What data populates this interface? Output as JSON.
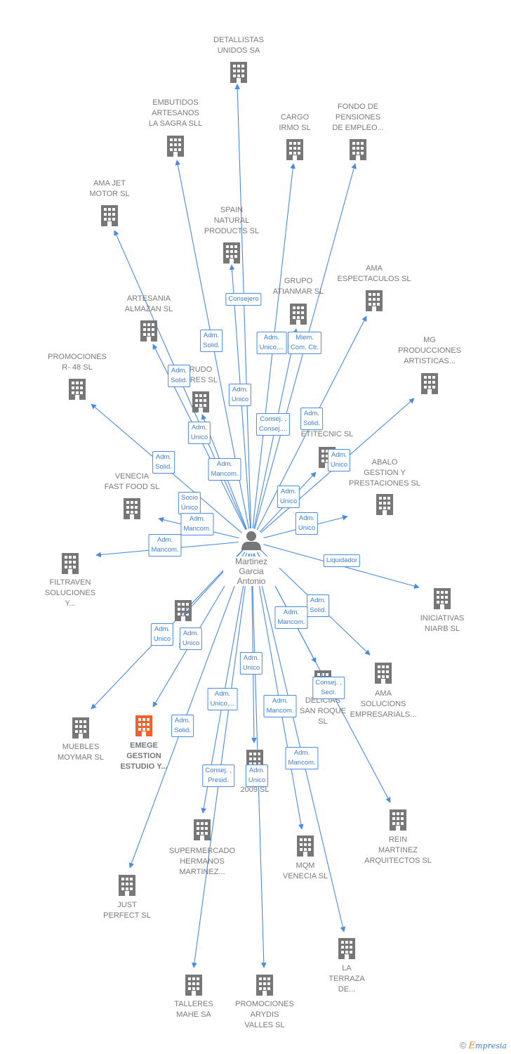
{
  "colors": {
    "line": "#4a8be0",
    "building": "#777777",
    "highlight": "#f0612c",
    "label": "#7a7a7a"
  },
  "center": {
    "name": "Martinez\nGarcia\nAntonio",
    "icon": "person-icon"
  },
  "companies": [
    {
      "name": "DETALLISTAS\nUNIDOS SA"
    },
    {
      "name": "EMBUTIDOS\nARTESANOS\nLA SAGRA SLL"
    },
    {
      "name": "CARGO\nIRMO  SL"
    },
    {
      "name": "FONDO DE\nPENSIONES\nDE EMPLEO..."
    },
    {
      "name": "AMA JET\nMOTOR  SL"
    },
    {
      "name": "SPAIN\nNATURAL\nPRODUCTS  SL"
    },
    {
      "name": "AMA\nESPECTACULOS SL"
    },
    {
      "name": "GRUPO\nATIANMAR SL"
    },
    {
      "name": "ARTESANIA\nALMAZAN SL"
    },
    {
      "name": "MG\nPRODUCCIONES\nARTISTICAS..."
    },
    {
      "name": "PROMOCIONES\nR- 48  SL"
    },
    {
      "name": "RUDO\nORES SL"
    },
    {
      "name": "ETITECNIC  SL"
    },
    {
      "name": "ABALO\nGESTION Y\nPRESTACIONES SL"
    },
    {
      "name": "VENECIA\nFAST FOOD SL"
    },
    {
      "name": "FILTRAVEN\nSOLUCIONES\nY..."
    },
    {
      "name": "INICIATIVAS\nNIARB SL"
    },
    {
      "name": "S\nSL"
    },
    {
      "name": "AMA\nSOLUCIONS\nEMPRESARIALS..."
    },
    {
      "name": "DELICIAS\nSAN ROQUE\nSL"
    },
    {
      "name": "MUEBLES\nMOYMAR SL"
    },
    {
      "name": "EMEGE\nGESTION\nESTUDIO Y..."
    },
    {
      "name": "2009 SL"
    },
    {
      "name": "REIN\nMARTINEZ\nARQUITECTOS SL"
    },
    {
      "name": "SUPERMERCADO\nHERMANOS\nMARTINEZ..."
    },
    {
      "name": "MQM\nVENECIA  SL"
    },
    {
      "name": "JUST\nPERFECT  SL"
    },
    {
      "name": "LA\nTERRAZA\nDE..."
    },
    {
      "name": "TALLERES\nMAHE SA"
    },
    {
      "name": "PROMOCIONES\nARYDIS\nVALLES SL"
    }
  ],
  "roles": [
    "Consejero",
    "Adm.\nSolid.",
    "Adm.\nUnico,...",
    "Miem.\nCom. Ctr.",
    "Adm.\nSolid.",
    "Adm.\nUnico",
    "Consej. ,\nConsej....",
    "Adm.\nSolid.",
    "Adm.\nUnico",
    "Adm.\nUnico",
    "Adm.\nSolid.",
    "Adm.\nMancom.",
    "Socio\nÚnico",
    "Adm.\nMancom.",
    "Adm.\nUnico",
    "Adm.\nUnico",
    "Adm.\nMancom.",
    "Liquidador",
    "Adm.\nSolid.",
    "Adm.\nMancom.",
    "Adm.\nUnico",
    "Adm.\nUnico",
    "Adm.\nUnico",
    "Consej. ,\nSecr.",
    "Adm.\nUnico,...",
    "Adm.\nMancom.",
    "Adm.\nSolid.",
    "Adm.\nMancom.",
    "Consej. ,\nPresid.",
    "Adm.\nUnico"
  ],
  "credit": {
    "copyright": "©",
    "brand_initial": "E",
    "brand_rest": "mpresia"
  }
}
